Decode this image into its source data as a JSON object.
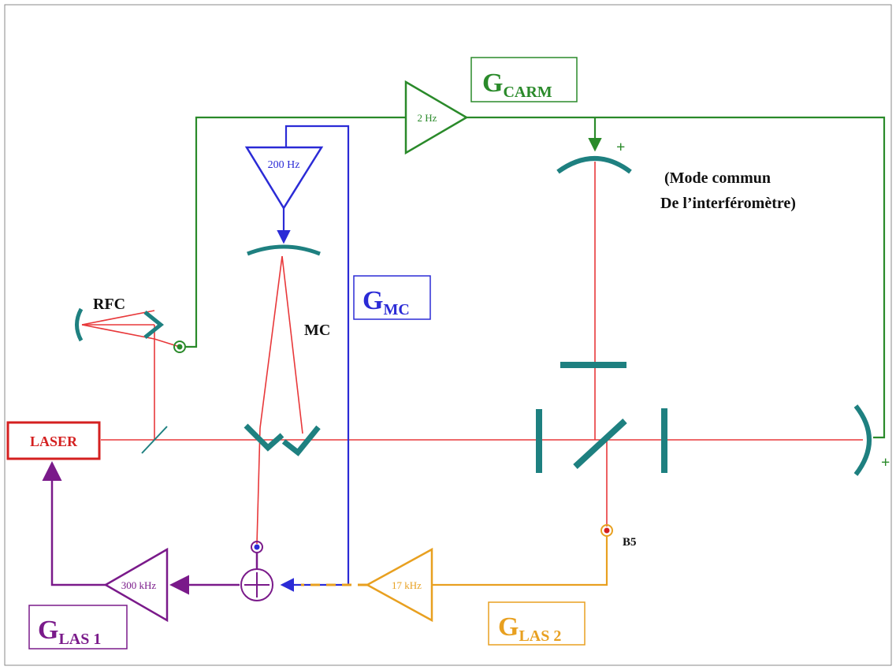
{
  "colors": {
    "beam": "#e8383a",
    "carm": "#2a8a2a",
    "mc": "#2b2bd6",
    "las1": "#7a1a8a",
    "las2": "#e8a020",
    "laser": "#d42020",
    "mirror": "#1e8080",
    "text": "#111111"
  },
  "labels": {
    "laser": "LASER",
    "rfc": "RFC",
    "mc": "MC",
    "b5": "B5",
    "plus_top": "+",
    "plus_right": "+",
    "mode_line1": "(Mode commun",
    "mode_line2": "De l’interféromètre)"
  },
  "gains": {
    "carm": {
      "main": "G",
      "sub": "CARM"
    },
    "mc": {
      "main": "G",
      "sub": "MC"
    },
    "las1": {
      "main": "G",
      "sub": "LAS 1"
    },
    "las2": {
      "main": "G",
      "sub": "LAS 2"
    }
  },
  "amplifiers": {
    "carm": "2 Hz",
    "mc": "200 Hz",
    "las1": "300 kHz",
    "las2": "17 kHz"
  },
  "icons": [
    "photodiode-icon",
    "summing-junction-icon",
    "mirror-icon",
    "beam-splitter-icon",
    "amplifier-icon"
  ]
}
